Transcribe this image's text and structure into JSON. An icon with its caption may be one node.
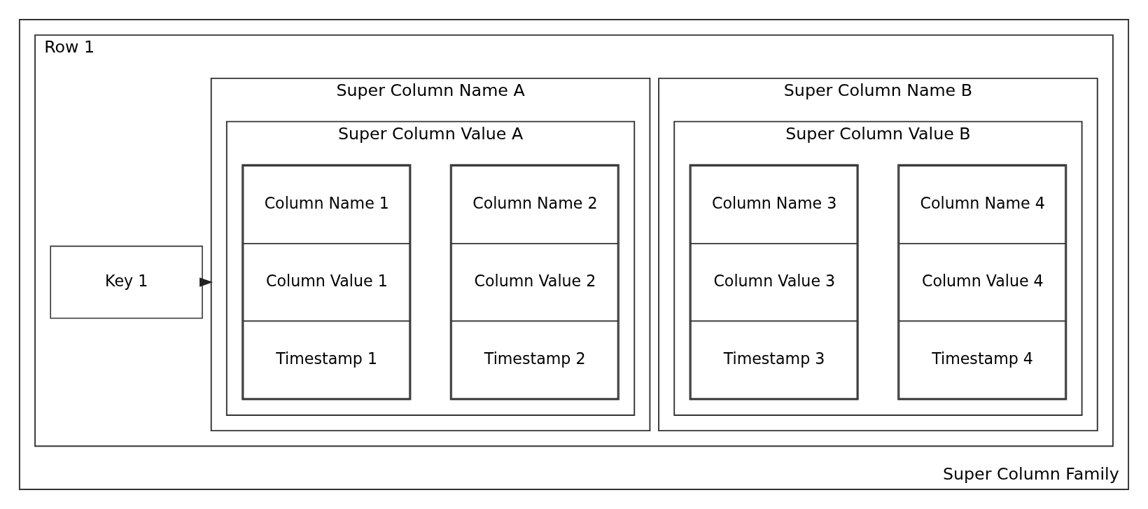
{
  "diagram": {
    "nodes": [
      {
        "text": [
          "Super Column Family"
        ]
      },
      {
        "text": [
          "Row 1"
        ],
        "in": 0
      },
      {
        "text": [
          "Key 1"
        ],
        "in": 1
      },
      {
        "text": [
          "Super Column Name A"
        ],
        "in": 1
      },
      {
        "text": [
          "Super Column Value A"
        ],
        "in": 3
      },
      {
        "text": [
          "Column Name 1",
          "Column Value 1",
          "Timestamp 1"
        ],
        "in": 4
      },
      {
        "text": [
          "Column Name 2",
          "Column Value 2",
          "Timestamp 2"
        ],
        "in": 4
      },
      {
        "text": [
          "Super Column Name B"
        ],
        "in": 1
      },
      {
        "text": [
          "Super Column Value B"
        ],
        "in": 7
      },
      {
        "text": [
          "Column Name 3",
          "Column Value 3",
          "Timestamp 3"
        ],
        "in": 8
      },
      {
        "text": [
          "Column Name 4",
          "Column Value 4",
          "Timestamp 4"
        ],
        "in": 8
      }
    ],
    "edges": [
      {
        "from": 2,
        "to": 3,
        "arrow": "to"
      }
    ]
  }
}
